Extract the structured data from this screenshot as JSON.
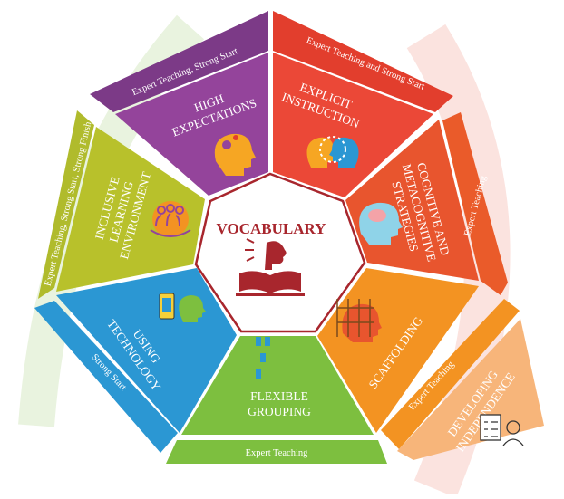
{
  "center": {
    "label": "VOCABULARY"
  },
  "segments": [
    {
      "id": "high-expectations",
      "lines": [
        "HIGH",
        "EXPECTATIONS"
      ],
      "color": "#94449b"
    },
    {
      "id": "explicit-instruction",
      "lines": [
        "EXPLICIT",
        "INSTRUCTION"
      ],
      "color": "#eb4837"
    },
    {
      "id": "cognitive-metacognitive",
      "lines": [
        "COGNITIVE AND",
        "METACOGNITIVE",
        "STRATEGIES"
      ],
      "color": "#e8552e"
    },
    {
      "id": "scaffolding",
      "lines": [
        "SCAFFOLDING"
      ],
      "color": "#f39322"
    },
    {
      "id": "flexible-grouping",
      "lines": [
        "FLEXIBLE",
        "GROUPING"
      ],
      "color": "#7dbf3f"
    },
    {
      "id": "using-technology",
      "lines": [
        "USING",
        "TECHNOLOGY"
      ],
      "color": "#2b97d3"
    },
    {
      "id": "inclusive-learning",
      "lines": [
        "INCLUSIVE",
        "LEARNING",
        "ENVIRONMENT"
      ],
      "color": "#b8c12b"
    },
    {
      "id": "developing-independence",
      "lines": [
        "DEVELOPING",
        "INDEPENDENCE"
      ],
      "color": "#f7b57a"
    }
  ],
  "bands": {
    "top_left": "Expert Teaching, Strong Start",
    "top_right": "Expert Teaching and Strong Start",
    "right": "Expert Teaching",
    "left": "Expert Teaching, Strong Start, Strong Finish",
    "bottom_left": "Strong Start",
    "bottom": "Expert Teaching",
    "bottom_right": "Expert Teaching"
  },
  "colors": {
    "purple": "#94449b",
    "purple_band": "#7c3a87",
    "red": "#eb4837",
    "red_band": "#e23e2d",
    "orange_red": "#e8552e",
    "orange_red_band": "#ea5b2a",
    "orange": "#f39322",
    "orange_band": "#f39322",
    "green": "#7dbf3f",
    "green_band": "#7dbf3f",
    "blue": "#2b97d3",
    "blue_band": "#2b97d3",
    "lime": "#b8c12b",
    "lime_band": "#b0bb2c",
    "peach": "#f7b57a",
    "center_red": "#a8262d"
  },
  "icons": [
    "head-gears-icon",
    "conversation-heads-icon",
    "brain-head-icon",
    "scaffold-head-icon",
    "people-group-icon",
    "phone-person-icon",
    "inclusive-people-icon",
    "checklist-person-icon",
    "speaking-book-icon"
  ]
}
